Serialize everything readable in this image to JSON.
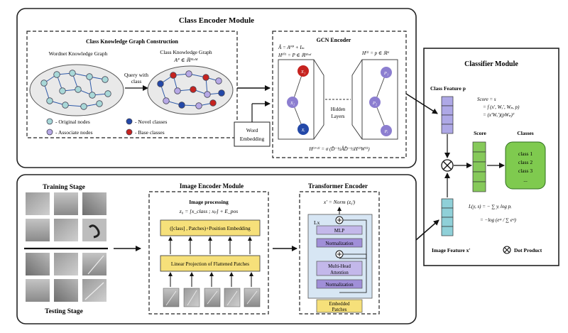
{
  "class_encoder": {
    "title": "Class Encoder Module",
    "kg": {
      "title": "Class Knowledge Graph Construction",
      "wordnet_label": "Wordnet Knowledge Graph",
      "ckg_label": "Class Knowledge Graph",
      "ckg_formula": "Aᴾ ∈ ℝᴹˣᴹ",
      "query_label_1": "Query with",
      "query_label_2": "class",
      "legend": {
        "original": "- Original nodes",
        "associate": "- Associate nodes",
        "novel": "- Novel classes",
        "base": "- Base classes"
      }
    },
    "word_embedding": {
      "line1": "Word",
      "line2": "Embedding"
    },
    "gcn": {
      "title": "GCN Encoder",
      "formula_a": "Â = Aᴾᴾ + Iₘ",
      "formula_h0": "H⁽⁰⁾ = P ∈ ℝᴹˣᵈ",
      "formula_hl": "H⁽ˡ⁾ = p ∈ ℝᵈ",
      "formula_update": "H⁽ˡ⁺¹⁾ = σ (D̂⁻½ÂD̂⁻½H⁽ˡ⁾W⁽ˡ⁾)",
      "hidden_1": "Hidden",
      "hidden_2": "Layers",
      "nodes_left": [
        "X₁",
        "X₂",
        "Xᵢ"
      ],
      "nodes_right": [
        "P₁",
        "P₂",
        "Pᵢ"
      ],
      "colors": {
        "red": "#c6231f",
        "purple": "#8c7ed0",
        "blue": "#2348a8"
      }
    }
  },
  "classifier": {
    "title": "Classifier Module",
    "class_feature": "Class Feature p",
    "score_formula": [
      "Score = s",
      "= f (x′, Wₓ′, Wₚ, p)",
      "= (x′Wₓ′)(pWₚ)ᵀ"
    ],
    "score_label": "Score",
    "classes_label": "Classes",
    "classes": [
      "class 1",
      "class 2",
      "class 3",
      "..."
    ],
    "loss_formula": [
      "L(y, s) = − ∑ yᵢ log pᵢ",
      "= −log (eˢʸ / ∑ eˢʲ)"
    ],
    "image_feature": "Image Feature x′",
    "dot_product": "Dot Product",
    "colors": {
      "purple_cells": "#aea8e6",
      "green_cells": "#86c95a",
      "teal_cells": "#8fd0d8",
      "classes_box": "#7fca4f"
    }
  },
  "bottom": {
    "training_stage": "Training Stage",
    "testing_stage": "Testing Stage",
    "image_encoder": {
      "title": "Image Encoder Module",
      "processing": "Image processing",
      "formula": "z₀ = [x_class ; xₚ] + E_pos",
      "embed_box": "([class] , Patches)+Position Embedding",
      "projection_box": "Linear Projection of Flattened Patches",
      "box_color": "#f6e07a"
    },
    "transformer": {
      "title": "Transformer Encoder",
      "formula": "x′ = Norm (z₀ˡ)",
      "lx": "Lx",
      "mlp": "MLP",
      "norm1": "Normalization",
      "attention_1": "Multi-Head",
      "attention_2": "Attention",
      "norm2": "Normalization",
      "patches_1": "Embedded",
      "patches_2": "Patches",
      "colors": {
        "lavender": "#c3b8ea",
        "purple": "#a08fd8",
        "yellow": "#f6e07a",
        "panel": "#d7e6f4"
      }
    }
  }
}
